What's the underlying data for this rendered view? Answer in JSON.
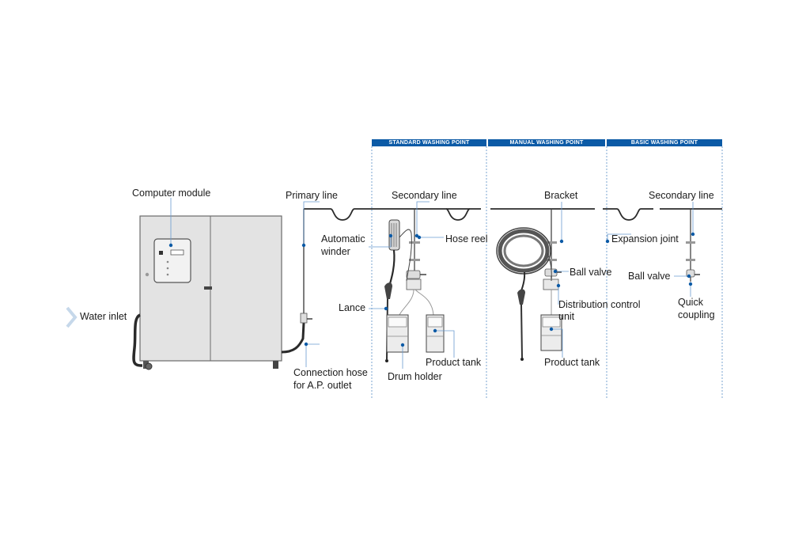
{
  "colors": {
    "accent": "#0b5aa6",
    "line": "#222222",
    "machine": "#e3e3e3",
    "hose": "#2a2a2a"
  },
  "sections": {
    "standard": "STANDARD WASHING POINT",
    "manual": "MANUAL WASHING POINT",
    "basic": "BASIC WASHING POINT"
  },
  "labels": {
    "computer_module": "Computer module",
    "primary_line": "Primary line",
    "secondary_line_1": "Secondary line",
    "bracket": "Bracket",
    "secondary_line_2": "Secondary line",
    "automatic_winder": [
      "Automatic",
      "winder"
    ],
    "hose_reel": "Hose reel",
    "expansion_joint": "Expansion joint",
    "ball_valve_1": "Ball valve",
    "ball_valve_2": "Ball valve",
    "lance": "Lance",
    "distribution_control_unit": [
      "Distribution control",
      "unit"
    ],
    "quick_coupling": [
      "Quick",
      "coupling"
    ],
    "water_inlet": "Water inlet",
    "connection_hose": [
      "Connection hose",
      "for A.P. outlet"
    ],
    "drum_holder": "Drum holder",
    "product_tank_1": "Product tank",
    "product_tank_2": "Product tank"
  },
  "icons": {
    "water_inlet_arrow": "chevron-right-icon"
  }
}
